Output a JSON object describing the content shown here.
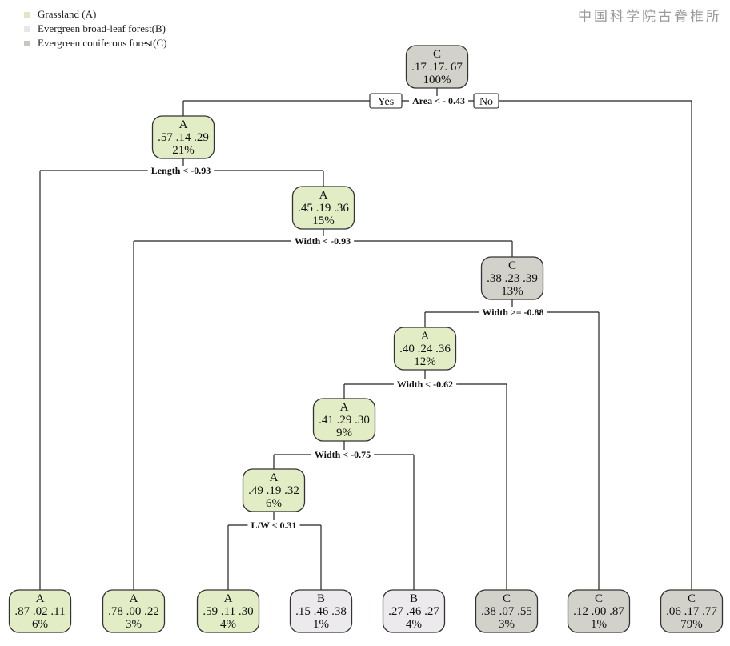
{
  "watermark": "中国科学院古脊椎所",
  "legend": [
    {
      "label": "Grassland (A)",
      "color": "#dfe9c0"
    },
    {
      "label": "Evergreen broad-leaf forest(B)",
      "color": "#e8e6e8"
    },
    {
      "label": "Evergreen coniferous forest(C)",
      "color": "#c8c7bf"
    }
  ],
  "class_colors": {
    "A": "#e3edc5",
    "B": "#eceaed",
    "C": "#d2d1ca"
  },
  "root_branch_labels": {
    "yes": "Yes",
    "no": "No"
  },
  "nodes": [
    {
      "id": "n1",
      "class": "A",
      "probs": ".57 .14 .29",
      "pct": "21%"
    },
    {
      "id": "root",
      "class": "C",
      "probs": ".17 .17. 67",
      "pct": "100%"
    },
    {
      "id": "n2",
      "class": "A",
      "probs": ".45 .19 .36",
      "pct": "15%"
    },
    {
      "id": "n3",
      "class": "C",
      "probs": ".38 .23 .39",
      "pct": "13%"
    },
    {
      "id": "n4",
      "class": "A",
      "probs": ".40 .24 .36",
      "pct": "12%"
    },
    {
      "id": "n5",
      "class": "A",
      "probs": ".41 .29 .30",
      "pct": "9%"
    },
    {
      "id": "n6",
      "class": "A",
      "probs": ".49 .19 .32",
      "pct": "6%"
    },
    {
      "id": "leaf1",
      "class": "A",
      "probs": ".87 .02 .11",
      "pct": "6%"
    },
    {
      "id": "leaf2",
      "class": "A",
      "probs": ".78 .00 .22",
      "pct": "3%"
    },
    {
      "id": "leaf3",
      "class": "A",
      "probs": ".59 .11 .30",
      "pct": "4%"
    },
    {
      "id": "leaf4",
      "class": "B",
      "probs": ".15 .46 .38",
      "pct": "1%"
    },
    {
      "id": "leaf5",
      "class": "B",
      "probs": ".27 .46 .27",
      "pct": "4%"
    },
    {
      "id": "leaf6",
      "class": "C",
      "probs": ".38 .07 .55",
      "pct": "3%"
    },
    {
      "id": "leaf7",
      "class": "C",
      "probs": ".12 .00 .87",
      "pct": "1%"
    },
    {
      "id": "leaf8",
      "class": "C",
      "probs": ".06 .17 .77",
      "pct": "79%"
    }
  ],
  "splits": [
    {
      "node": "root",
      "rule": "Area < - 0.43",
      "left": "n1",
      "right": "leaf8"
    },
    {
      "node": "n1",
      "rule": "Length <  -0.93",
      "left": "leaf1",
      "right": "n2"
    },
    {
      "node": "n2",
      "rule": "Width <  -0.93",
      "left": "leaf2",
      "right": "n3"
    },
    {
      "node": "n3",
      "rule": "Width >=  -0.88",
      "left": "n4",
      "right": "leaf7"
    },
    {
      "node": "n4",
      "rule": "Width <  -0.62",
      "left": "n5",
      "right": "leaf6"
    },
    {
      "node": "n5",
      "rule": "Width <  -0.75",
      "left": "n6",
      "right": "leaf5"
    },
    {
      "node": "n6",
      "rule": "L/W < 0.31",
      "left": "leaf3",
      "right": "leaf4"
    }
  ]
}
